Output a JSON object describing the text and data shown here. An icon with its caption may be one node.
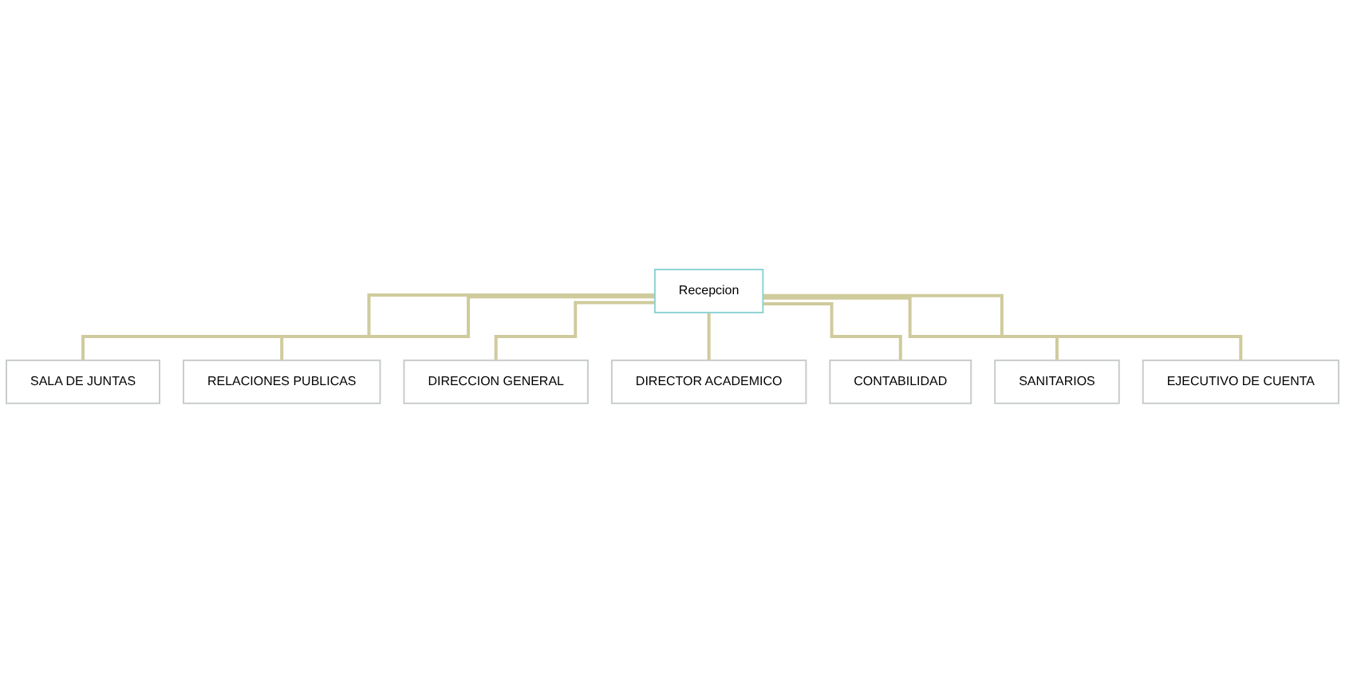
{
  "diagram": {
    "nodes": [
      {
        "text": [
          "SALA DE JUNTAS"
        ]
      },
      {
        "text": [
          "RELACIONES PUBLICAS"
        ]
      },
      {
        "text": [
          "Recepcion"
        ]
      },
      {
        "text": [
          "DIRECCION GENERAL"
        ]
      },
      {
        "text": [
          "DIRECTOR ACADEMICO"
        ]
      },
      {
        "text": [
          "CONTABILIDAD"
        ]
      },
      {
        "text": [
          "SANITARIOS"
        ]
      },
      {
        "text": [
          "EJECUTIVO DE CUENTA"
        ]
      }
    ],
    "edges": [
      {
        "from": 2,
        "to": 0,
        "arrow": "none"
      },
      {
        "from": 2,
        "to": 1,
        "arrow": "none"
      },
      {
        "from": 2,
        "to": 3,
        "arrow": "none"
      },
      {
        "from": 2,
        "to": 4,
        "arrow": "none"
      },
      {
        "from": 2,
        "to": 5,
        "arrow": "none"
      },
      {
        "from": 2,
        "to": 6,
        "arrow": "none"
      },
      {
        "from": 2,
        "to": 7,
        "arrow": "none"
      }
    ]
  }
}
